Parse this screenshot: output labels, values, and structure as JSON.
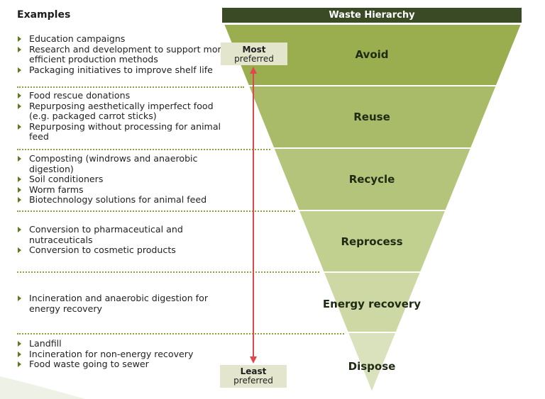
{
  "examples": {
    "heading": "Examples",
    "groups": [
      {
        "items": [
          "Education campaigns",
          "Research and development to support more efficient production methods",
          "Packaging initiatives to improve shelf life"
        ]
      },
      {
        "items": [
          "Food rescue donations",
          "Repurposing aesthetically imperfect food (e.g. packaged carrot sticks)",
          "Repurposing without processing for animal feed"
        ]
      },
      {
        "items": [
          "Composting (windrows and anaerobic digestion)",
          "Soil conditioners",
          "Worm farms",
          "Biotechnology solutions for animal feed"
        ]
      },
      {
        "items": [
          "Conversion to pharmaceutical and nutraceuticals",
          "Conversion to cosmetic products"
        ]
      },
      {
        "items": [
          "Incineration and anaerobic digestion for energy recovery"
        ]
      },
      {
        "items": [
          "Landfill",
          "Incineration for non-energy recovery",
          "Food waste going to sewer"
        ]
      }
    ]
  },
  "hierarchy": {
    "title": "Waste Hierarchy",
    "levels": [
      "Avoid",
      "Reuse",
      "Recycle",
      "Reprocess",
      "Energy recovery",
      "Dispose"
    ]
  },
  "preference": {
    "top_bold": "Most",
    "top_sub": "preferred",
    "bottom_bold": "Least",
    "bottom_sub": "preferred"
  },
  "colors": {
    "header": "#3a4a25",
    "levels": [
      "#9aae50",
      "#a9bb68",
      "#b4c47a",
      "#c1cf8f",
      "#cdd8a5",
      "#dae2bd"
    ],
    "arrow": "#e0474c",
    "bullet": "#5d7a1c",
    "divider": "#8aa33a"
  }
}
